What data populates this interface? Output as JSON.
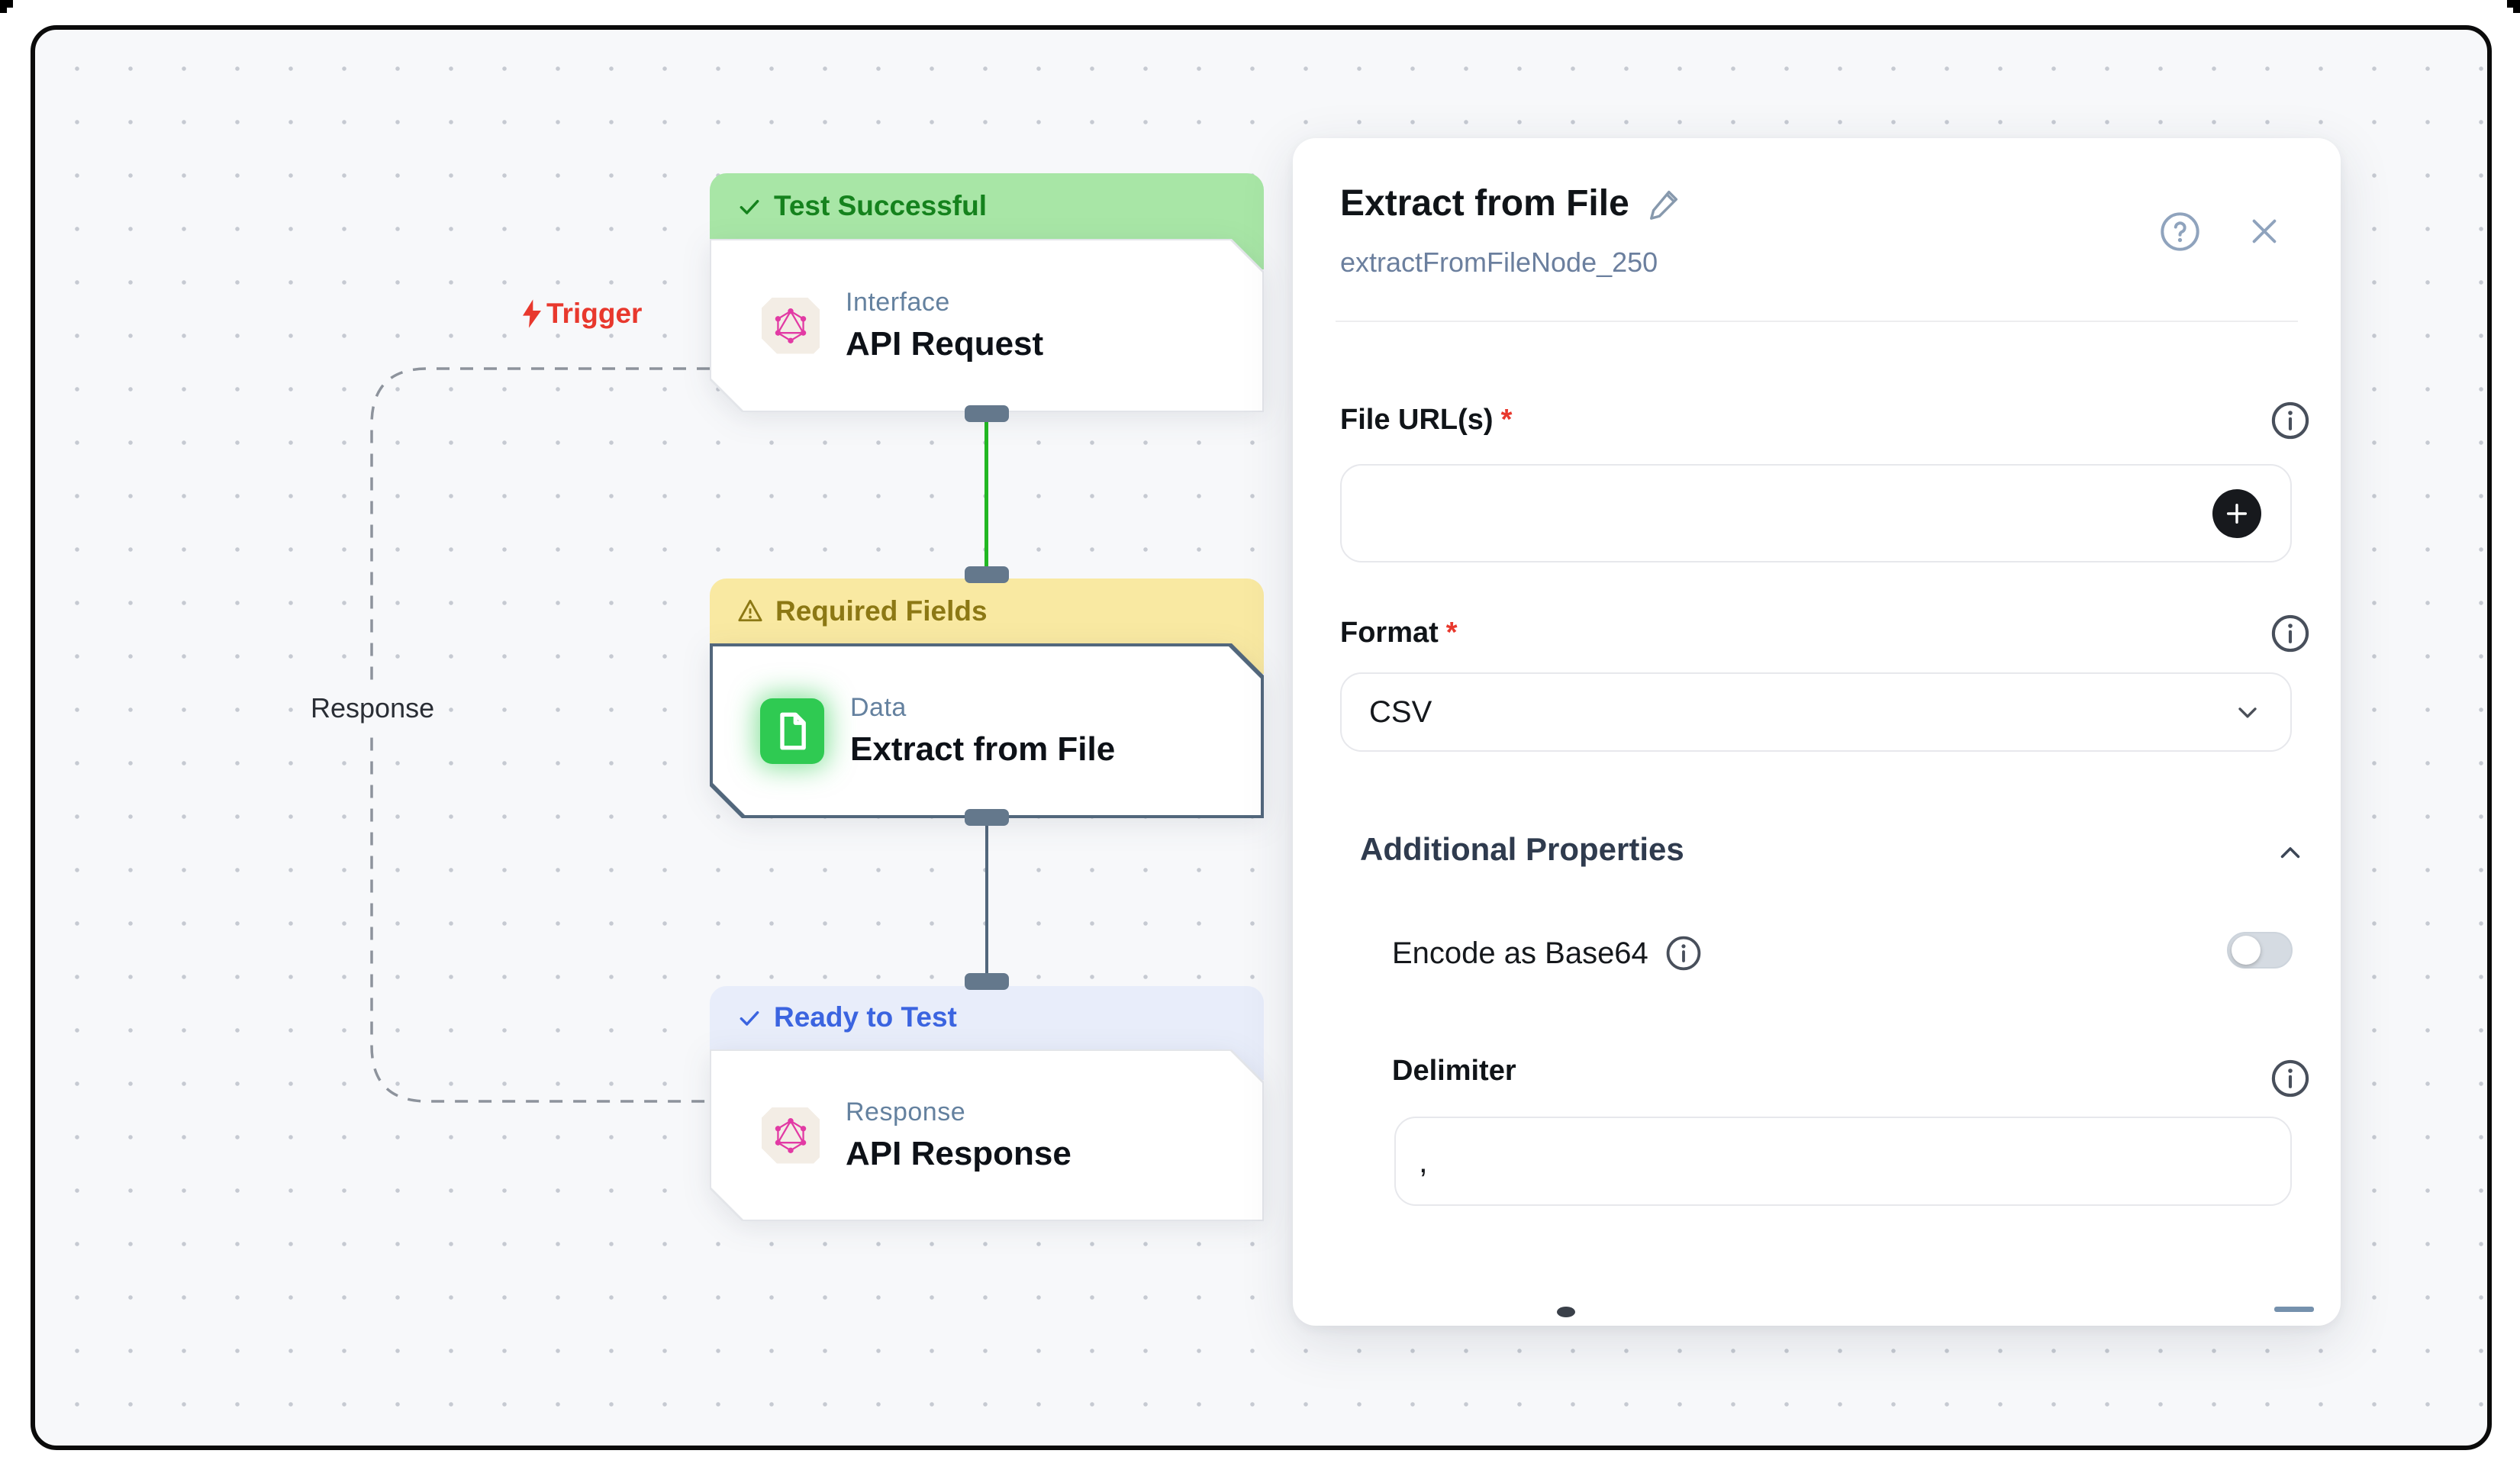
{
  "canvas": {
    "trigger_label": "Trigger",
    "response_label": "Response",
    "nodes": [
      {
        "status": "Test Successful",
        "category": "Interface",
        "title": "API Request"
      },
      {
        "status": "Required Fields",
        "category": "Data",
        "title": "Extract from File",
        "selected": true
      },
      {
        "status": "Ready to Test",
        "category": "Response",
        "title": "API Response"
      }
    ]
  },
  "panel": {
    "title": "Extract from File",
    "node_id": "extractFromFileNode_250",
    "required_marker": "*",
    "file_urls": {
      "label": "File URL(s)",
      "required": true,
      "value": ""
    },
    "format": {
      "label": "Format",
      "required": true,
      "value": "CSV"
    },
    "additional_properties": {
      "label": "Additional Properties",
      "expanded": true
    },
    "encode_base64": {
      "label": "Encode as Base64",
      "enabled": false
    },
    "delimiter": {
      "label": "Delimiter",
      "value": ","
    }
  },
  "colors": {
    "status_success_bg": "#a8e6a6",
    "status_success_text": "#15821d",
    "status_warning_bg": "#f9e9a2",
    "status_warning_text": "#8c7814",
    "status_ready_bg": "#e8edfa",
    "status_ready_text": "#3b64e0",
    "edge_active": "#22b822",
    "edge_default": "#52677c",
    "selected_border": "#52677c",
    "node_border": "#e3e5e9",
    "graphql_pink": "#e23aa4",
    "file_icon_green": "#2fca52",
    "trigger_red": "#e8382d",
    "accent_dark": "#17191d"
  }
}
